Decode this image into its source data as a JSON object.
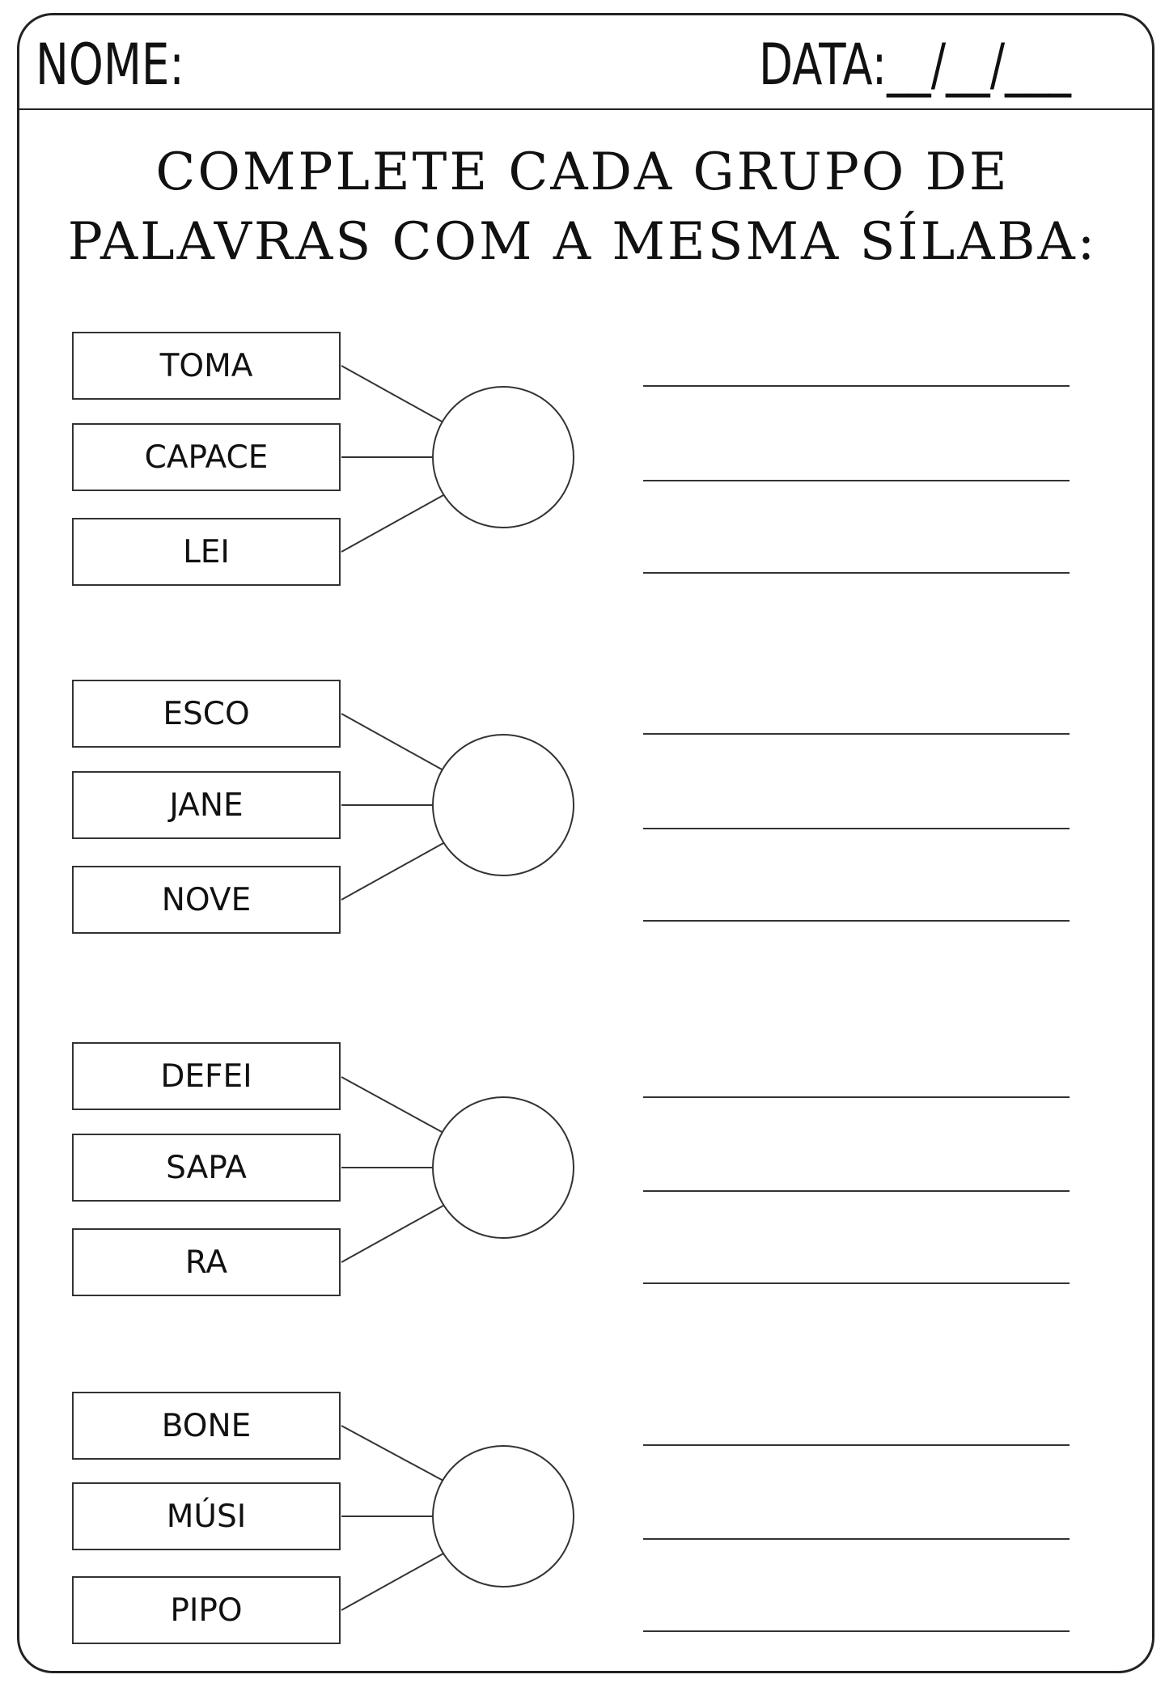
{
  "header": {
    "name_label": "NOME:",
    "date_label": "DATA:__/__/___"
  },
  "title": {
    "line1": "COMPLETE CADA GRUPO DE",
    "line2": "PALAVRAS COM A MESMA SÍLABA:"
  },
  "groups": [
    {
      "words": [
        "TOMA",
        "CAPACE",
        "LEI"
      ]
    },
    {
      "words": [
        "ESCO",
        "JANE",
        "NOVE"
      ]
    },
    {
      "words": [
        "DEFEI",
        "SAPA",
        "RA"
      ]
    },
    {
      "words": [
        "BONE",
        "MÚSI",
        "PIPO"
      ]
    }
  ]
}
